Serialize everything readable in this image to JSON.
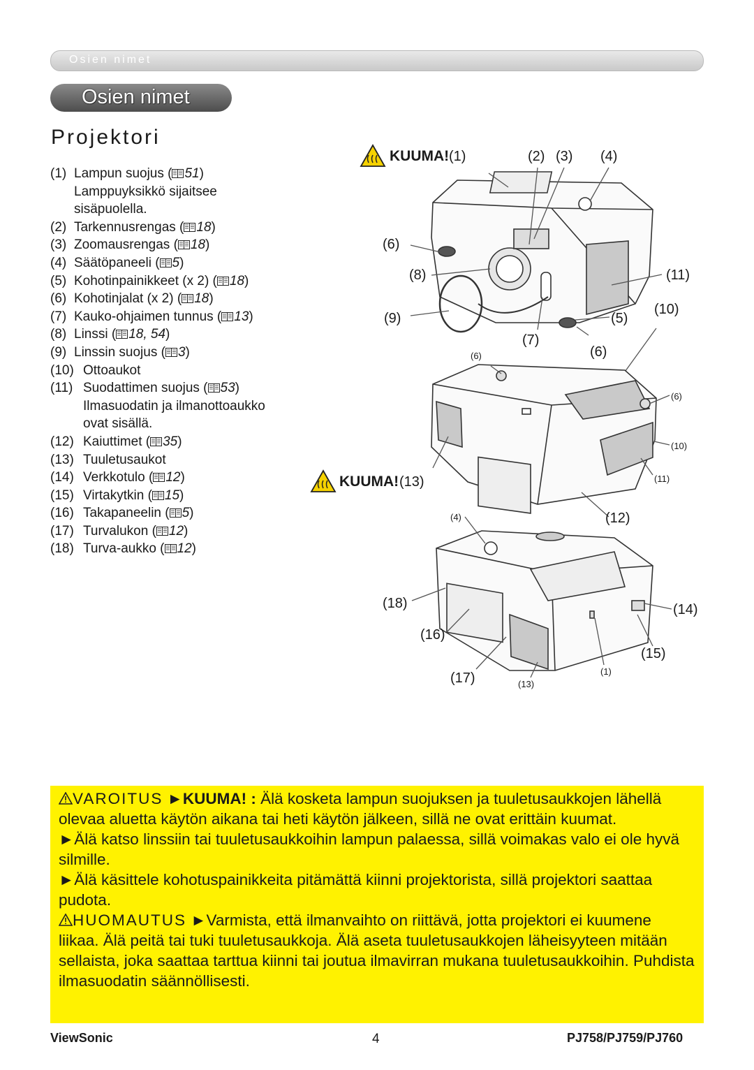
{
  "header": {
    "breadcrumb": "Osien nimet",
    "section_title": "Osien nimet",
    "heading": "Projektori"
  },
  "parts": [
    {
      "num": "(1)",
      "text": "Lampun suojus (",
      "ref": "51",
      "close": ")",
      "sub": [
        "Lamppuyksikkö sijaitsee",
        "sisäpuolella."
      ]
    },
    {
      "num": "(2)",
      "text": "Tarkennusrengas (",
      "ref": "18",
      "close": ")"
    },
    {
      "num": "(3)",
      "text": "Zoomausrengas (",
      "ref": "18",
      "close": ")"
    },
    {
      "num": "(4)",
      "text": "Säätöpaneeli (",
      "ref": "5",
      "close": ")"
    },
    {
      "num": "(5)",
      "text": "Kohotinpainikkeet (x 2) (",
      "ref": "18",
      "close": ")"
    },
    {
      "num": "(6)",
      "text": "Kohotinjalat (x 2) (",
      "ref": "18",
      "close": ")"
    },
    {
      "num": "(7)",
      "text": "Kauko-ohjaimen tunnus (",
      "ref": "13",
      "close": ")"
    },
    {
      "num": "(8)",
      "text": "Linssi (",
      "ref": "18, 54",
      "close": ")"
    },
    {
      "num": "(9)",
      "text": "Linssin suojus (",
      "ref": "3",
      "close": ")"
    },
    {
      "num": "(10)",
      "text": "Ottoaukot"
    },
    {
      "num": "(11)",
      "text": "Suodattimen suojus (",
      "ref": "53",
      "close": ")",
      "sub": [
        "Ilmasuodatin ja ilmanottoaukko",
        "ovat sisällä."
      ]
    },
    {
      "num": "(12)",
      "text": "Kaiuttimet (",
      "ref": "35",
      "close": ")"
    },
    {
      "num": "(13)",
      "text": "Tuuletusaukot"
    },
    {
      "num": "(14)",
      "text": "Verkkotulo (",
      "ref": "12",
      "close": ")"
    },
    {
      "num": "(15)",
      "text": "Virtakytkin (",
      "ref": "15",
      "close": ")"
    },
    {
      "num": "(16)",
      "text": "Takapaneelin (",
      "ref": "5",
      "close": ")"
    },
    {
      "num": "(17)",
      "text": "Turvalukon (",
      "ref": "12",
      "close": ")"
    },
    {
      "num": "(18)",
      "text": "Turva-aukko (",
      "ref": "12",
      "close": ")"
    }
  ],
  "figure": {
    "hot1": "KUUMA!",
    "hot2": "KUUMA!",
    "callouts": {
      "c1": "(1)",
      "c2": "(2)",
      "c3": "(3)",
      "c4": "(4)",
      "c6a": "(6)",
      "c8": "(8)",
      "c11": "(11)",
      "c9": "(9)",
      "c5": "(5)",
      "c10": "(10)",
      "c7": "(7)",
      "c6b": "(6)",
      "c6s": "(6)",
      "c6s2": "(6)",
      "c10s": "(10)",
      "c13": "(13)",
      "c11s": "(11)",
      "c4s": "(4)",
      "c12": "(12)",
      "c18": "(18)",
      "c14": "(14)",
      "c16": "(16)",
      "c15": "(15)",
      "c1s": "(1)",
      "c17": "(17)",
      "c13s": "(13)"
    }
  },
  "warning": {
    "varoitus_label": "VAROITUS",
    "p1_strong": "►KUUMA! :",
    "p1": "Älä kosketa lampun suojuksen ja tuuletusaukkojen lähellä olevaa aluetta käytön aikana tai heti käytön jälkeen, sillä ne ovat erittäin kuumat.",
    "p2": "►Älä katso linssiin tai tuuletusaukkoihin lampun palaessa, sillä voimakas valo ei ole hyvä silmille.",
    "p3": "►Älä käsittele kohotuspainikkeita pitämättä kiinni projektorista, sillä projektori saattaa pudota.",
    "huomautus_label": "HUOMAUTUS",
    "p4": "►Varmista, että ilmanvaihto on riittävä, jotta projektori ei kuumene liikaa. Älä peitä tai tuki tuuletusaukkoja. Älä aseta tuuletusaukkojen läheisyyteen mitään sellaista, joka saattaa tarttua kiinni tai joutua ilmavirran mukana tuuletusaukkoihin. Puhdista ilmasuodatin säännöllisesti."
  },
  "footer": {
    "brand": "ViewSonic",
    "page": "4",
    "models": "PJ758/PJ759/PJ760"
  }
}
